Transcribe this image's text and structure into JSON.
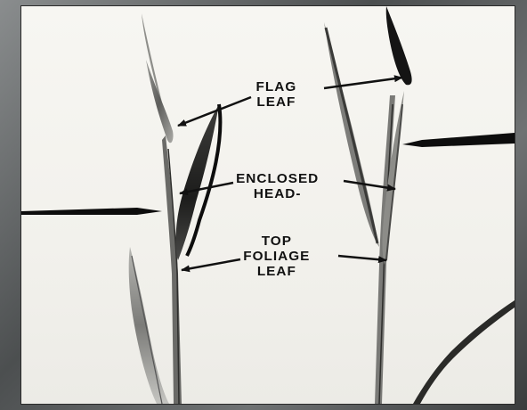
{
  "labels": {
    "flag_leaf": {
      "line1": "FLAG",
      "line2": "LEAF"
    },
    "enclosed_head": {
      "line1": "ENCLOSED",
      "line2": "HEAD-"
    },
    "top_foliage_leaf": {
      "line1": "TOP",
      "line2": "FOLIAGE",
      "line3": "LEAF"
    }
  },
  "colors": {
    "background": "#f4f3ee",
    "leaf_dark": "#1a1a1a",
    "leaf_mid": "#6d6d6d",
    "leaf_light": "#a9a9a4"
  },
  "icons": [
    "pointer-arrow-icon"
  ]
}
